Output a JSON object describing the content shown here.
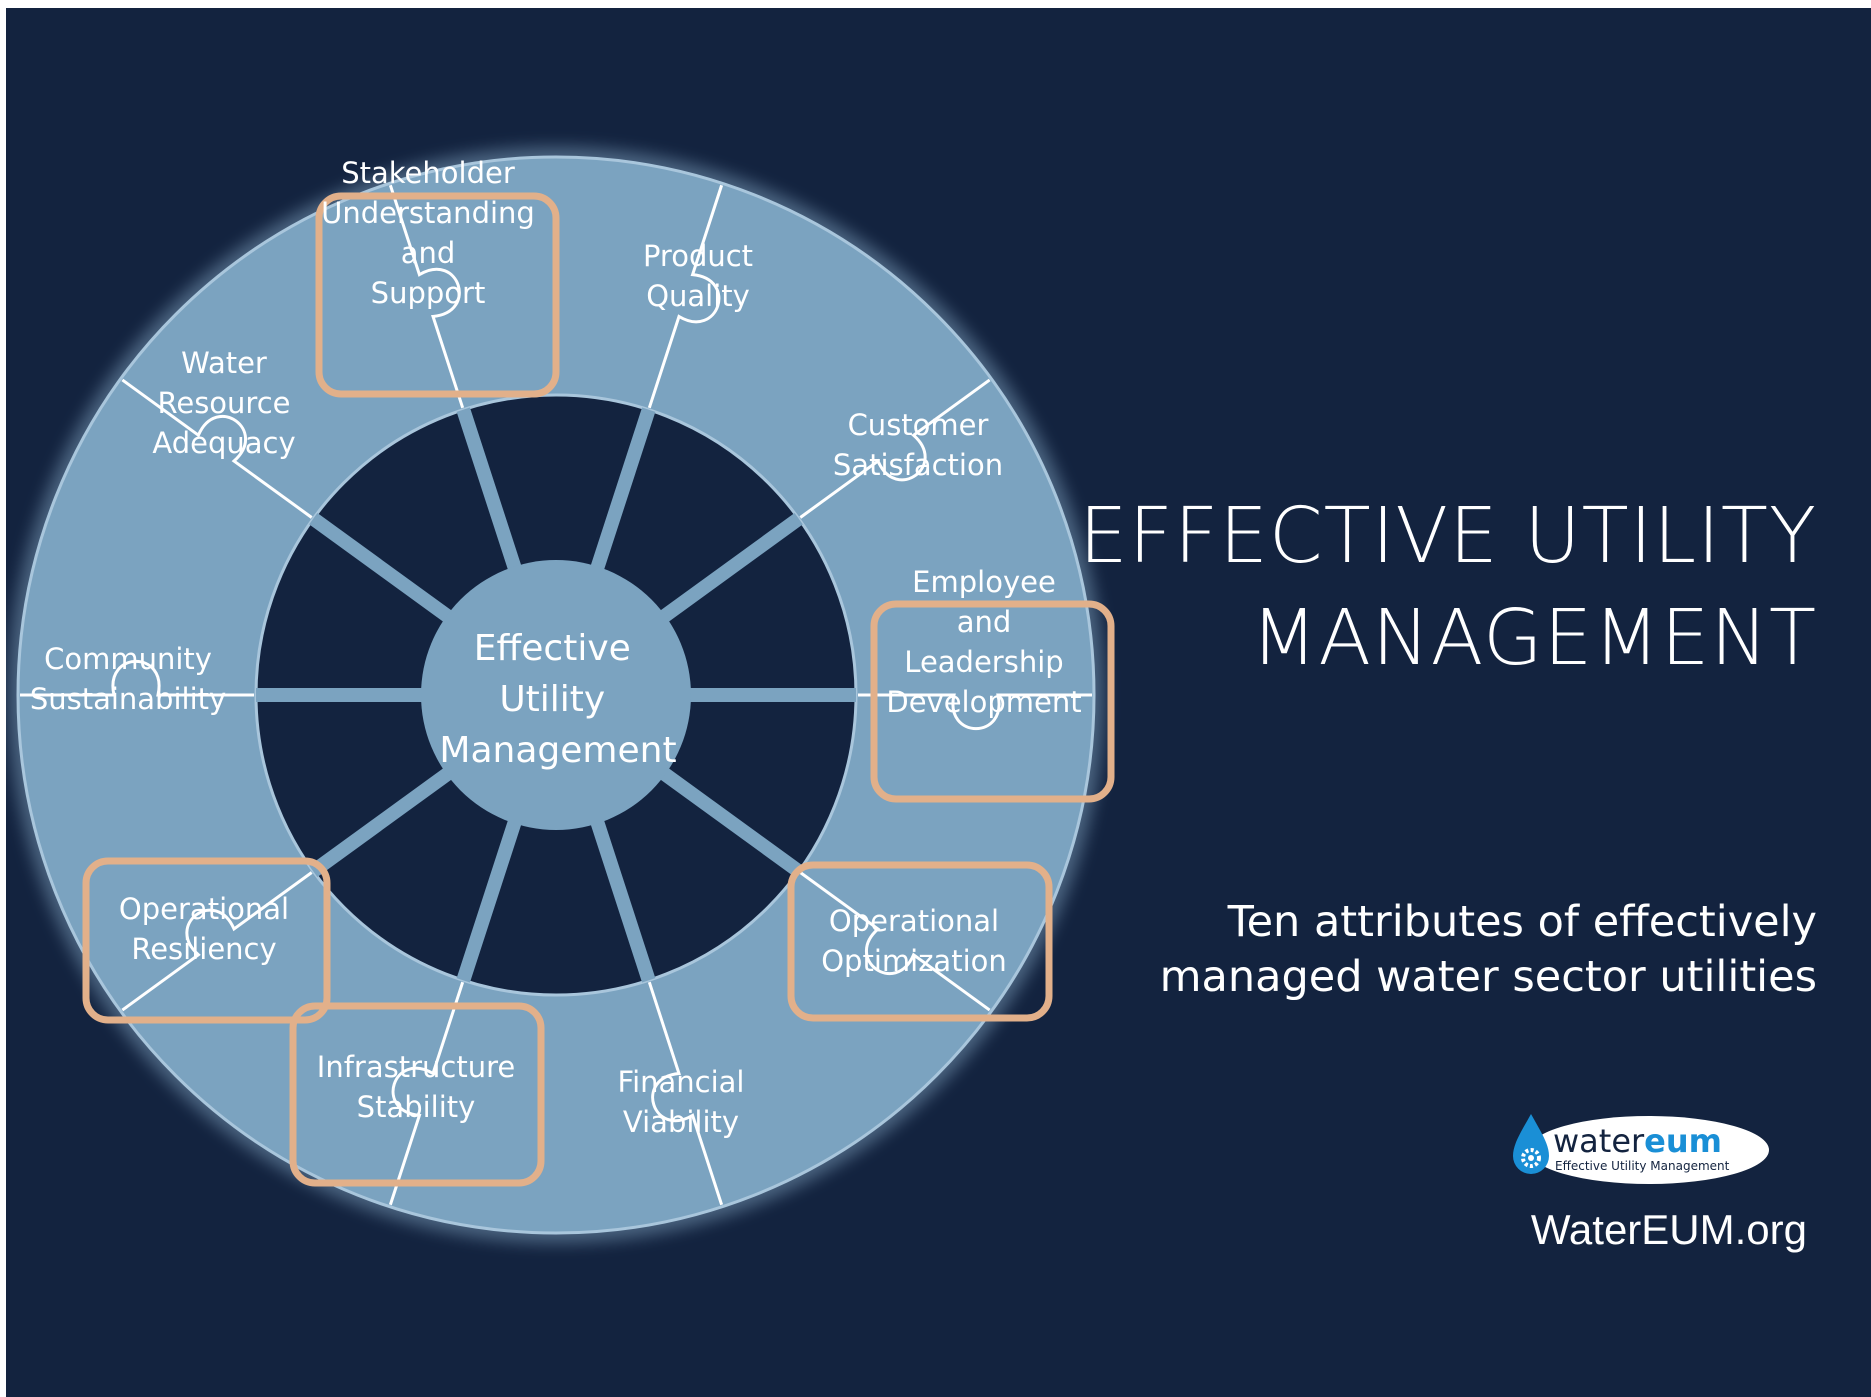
{
  "title": "EFFECTIVE UTILITY MANAGEMENT",
  "subtitle": "Ten attributes of effectively managed water sector utilities",
  "center": {
    "lines": [
      "Effective",
      "Utility",
      "Management"
    ]
  },
  "attributes": [
    {
      "name": "Product Quality",
      "lines": [
        "Product",
        "Quality"
      ],
      "highlighted": false
    },
    {
      "name": "Customer Satisfaction",
      "lines": [
        "Customer",
        "Satisfaction"
      ],
      "highlighted": false
    },
    {
      "name": "Employee and Leadership Development",
      "lines": [
        "Employee",
        "and",
        "Leadership",
        "Development"
      ],
      "highlighted": true
    },
    {
      "name": "Operational Optimization",
      "lines": [
        "Operational",
        "Optimization"
      ],
      "highlighted": true
    },
    {
      "name": "Financial Viability",
      "lines": [
        "Financial",
        "Viability"
      ],
      "highlighted": false
    },
    {
      "name": "Infrastructure Stability",
      "lines": [
        "Infrastructure",
        "Stability"
      ],
      "highlighted": true
    },
    {
      "name": "Operational Resiliency",
      "lines": [
        "Operational",
        "Resiliency"
      ],
      "highlighted": true
    },
    {
      "name": "Community Sustainability",
      "lines": [
        "Community",
        "Sustainability"
      ],
      "highlighted": false
    },
    {
      "name": "Water Resource Adequacy",
      "lines": [
        "Water",
        "Resource",
        "Adequacy"
      ],
      "highlighted": false
    },
    {
      "name": "Stakeholder Understanding and Support",
      "lines": [
        "Stakeholder",
        "Understanding",
        "and",
        "Support"
      ],
      "highlighted": true
    }
  ],
  "logo": {
    "word_light": "water",
    "word_bold": "eum",
    "tagline": "Effective Utility Management",
    "icon": "water-drop-gear-icon"
  },
  "site_url": "WaterEUM.org",
  "colors": {
    "background": "#13233f",
    "ring": "#7ba3c0",
    "highlight_border": "#e2b08a",
    "text": "#ffffff",
    "logo_blue": "#1a8fd6"
  }
}
